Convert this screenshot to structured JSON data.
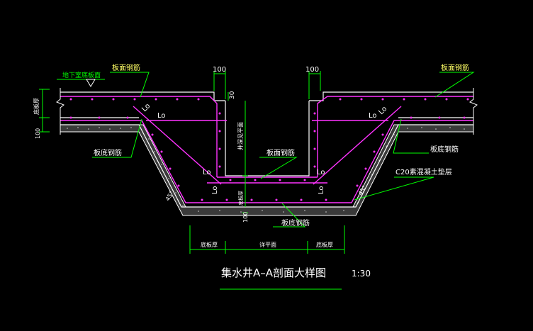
{
  "labels": {
    "top_left_rebar": "板面钢筋",
    "top_right_rebar": "板面钢筋",
    "basement_floor": "地下室底板面",
    "bottom_left_rebar": "板底钢筋",
    "bottom_right_rebar": "板底钢筋",
    "pit_top_rebar": "板面钢筋",
    "pit_bottom_rebar": "板底钢筋",
    "cushion": "C20素混凝土垫层",
    "slab_thickness": "底板厚",
    "pit_depth": "井深见平面",
    "pit_bottom_thickness": "底板厚",
    "dim_left_100": "100",
    "dim_right_100": "100",
    "dim_step_30": "30",
    "dim_side_100": "100",
    "dim_bottom_100": "100",
    "anchorage_lo_1": "Lo",
    "anchorage_lo_2": "Lo",
    "anchorage_lo_3": "Lo",
    "anchorage_lo_4": "Lo",
    "anchorage_lo_5": "Lo",
    "anchorage_lo_6": "Lo",
    "anchorage_lo_7": "Lo",
    "anchorage_lo_8": "Lo",
    "angle_left": "45°",
    "angle_right": "45°",
    "bottom_dim_left": "底板厚",
    "bottom_dim_mid": "详平面",
    "bottom_dim_right": "底板厚",
    "title": "集水井A–A剖面大样图",
    "scale": "1:30"
  },
  "colors": {
    "background": "#000000",
    "concrete": "#ffffff",
    "rebar": "#ff33ff",
    "leader": "#00ff00",
    "dimension": "#00ff00",
    "text_yellow": "#ffff66",
    "text_white": "#ffffff",
    "hatch": "#bbbbbb"
  }
}
